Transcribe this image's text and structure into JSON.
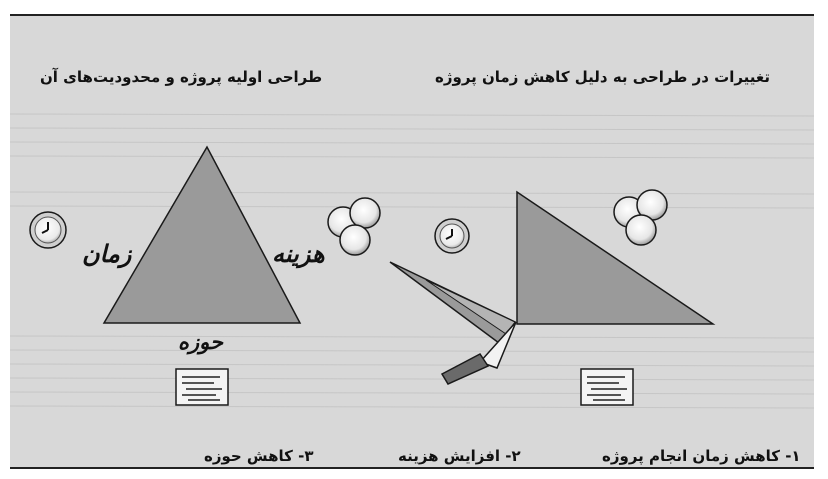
{
  "headings": {
    "original": "طراحی اولیه پروژه و محدودیت‌های آن",
    "changes": "تغییرات در طراحی به دلیل کاهش زمان پروژه"
  },
  "labels": {
    "time": "زمان",
    "cost": "هزینه",
    "scope": "حوزه"
  },
  "captions": {
    "step1": "۱- کاهش زمان انجام پروژه",
    "step2": "۲- افزایش هزینه",
    "step3": "۳- کاهش حوزه"
  },
  "icons": [
    "clock-icon",
    "coins-icon",
    "document-icon",
    "knife-icon"
  ],
  "colors": {
    "background": "#d8d8d8",
    "triangle_fill": "#9a9a9a",
    "stroke": "#1a1a1a"
  }
}
